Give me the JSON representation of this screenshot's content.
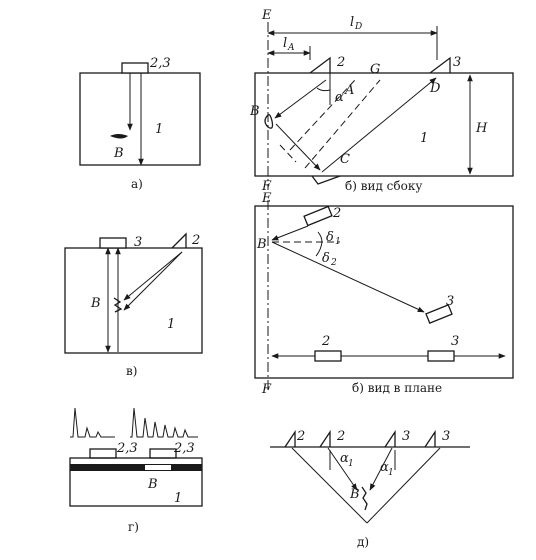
{
  "labels": {
    "transducer_23": "2,3",
    "transducer_2": "2",
    "transducer_3": "3",
    "part_1": "1",
    "defect_b": "B",
    "point_a": "A",
    "point_c": "C",
    "point_d": "D",
    "point_g": "G",
    "point_e": "E",
    "point_f": "F",
    "angle_alpha": "α",
    "angle_alpha1": "α",
    "subscript_1": "1",
    "delta1": "δ",
    "delta2": "δ",
    "sub_1": "1",
    "sub_2": "2",
    "dist_lA": "l",
    "dist_lA_sub": "A",
    "dist_lD": "l",
    "dist_lD_sub": "D",
    "thickness": "H"
  },
  "captions": {
    "a": "а)",
    "b_side": "б) вид сбоку",
    "b_plan": "б) вид в плане",
    "v": "в)",
    "g": "г)",
    "d": "д)"
  }
}
